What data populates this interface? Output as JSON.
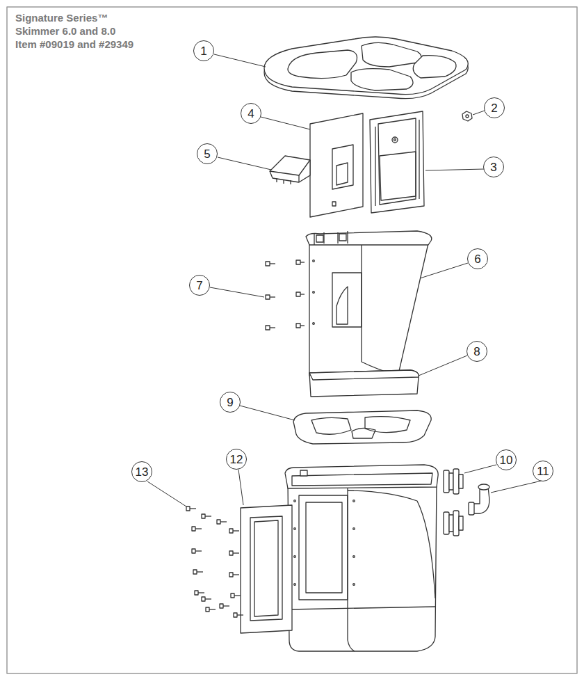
{
  "diagram": {
    "title": "Signature Series™ Skimmer 6.0 and 8.0 Item #09019 and #29349",
    "nodes": [
      {
        "text": [
          "1"
        ]
      },
      {
        "text": [
          "2"
        ]
      },
      {
        "text": [
          "3"
        ]
      },
      {
        "text": [
          "4"
        ]
      },
      {
        "text": [
          "5"
        ]
      },
      {
        "text": [
          "6"
        ]
      },
      {
        "text": [
          "7"
        ]
      },
      {
        "text": [
          "8"
        ]
      },
      {
        "text": [
          "9"
        ]
      },
      {
        "text": [
          "10"
        ]
      },
      {
        "text": [
          "11"
        ]
      },
      {
        "text": [
          "12"
        ]
      },
      {
        "text": [
          "13"
        ]
      }
    ]
  }
}
